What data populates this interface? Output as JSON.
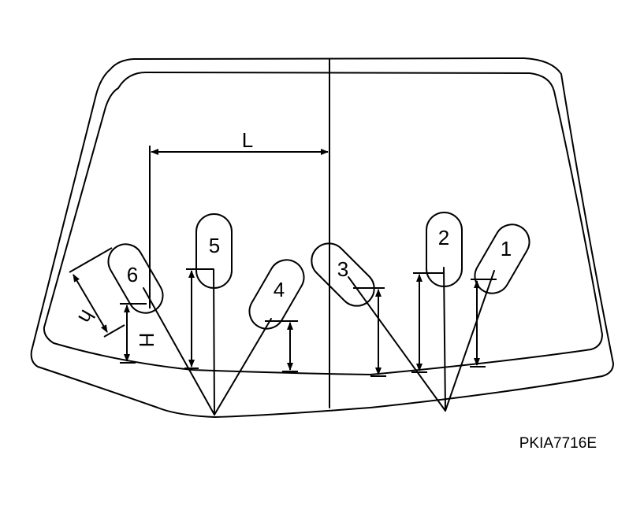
{
  "figure_code": "PKIA7716E",
  "dimension_labels": {
    "length": "L",
    "height": "H",
    "nozzle_height": "h"
  },
  "nozzles": [
    "1",
    "2",
    "3",
    "4",
    "5",
    "6"
  ],
  "colors": {
    "line": "#000000",
    "background": "#ffffff"
  }
}
